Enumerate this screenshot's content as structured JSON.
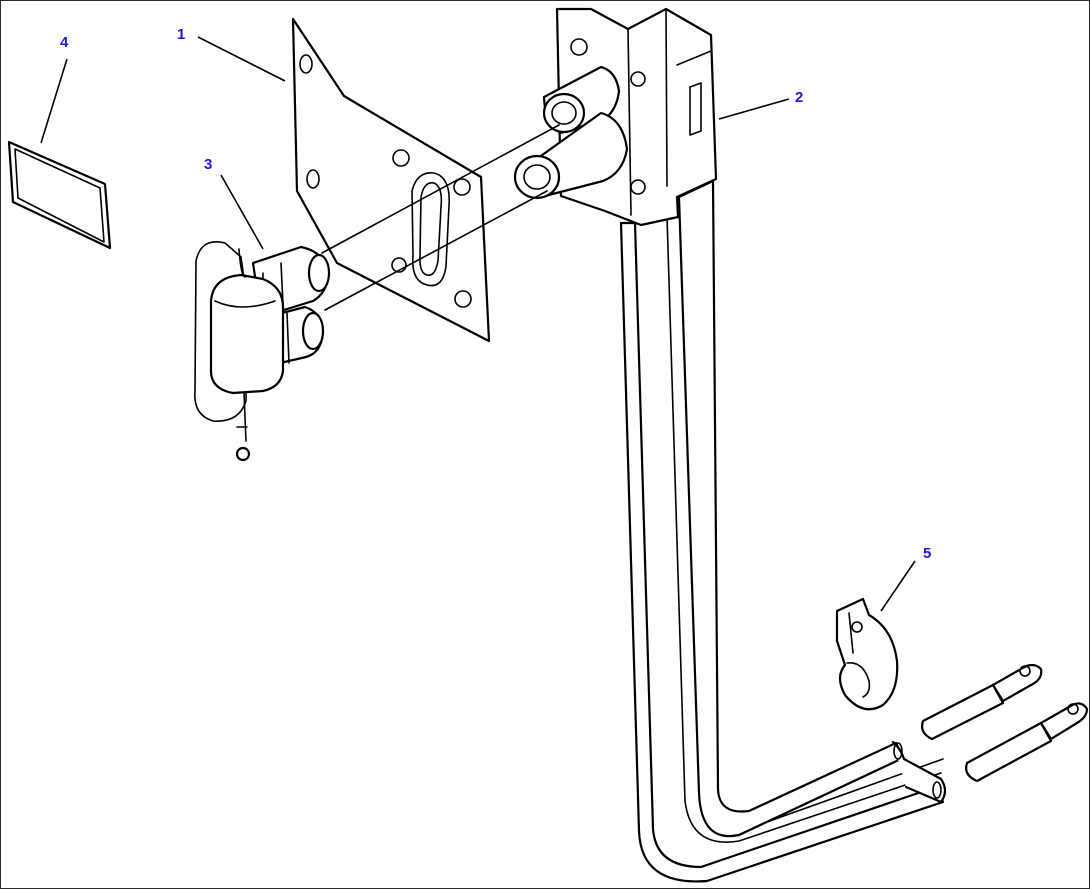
{
  "diagram": {
    "callouts": [
      {
        "id": "1",
        "label": "1"
      },
      {
        "id": "2",
        "label": "2"
      },
      {
        "id": "3",
        "label": "3"
      },
      {
        "id": "4",
        "label": "4"
      },
      {
        "id": "5",
        "label": "5"
      }
    ]
  },
  "colors": {
    "callout_text": "#1a1adc",
    "line": "#000000",
    "background": "#ffffff"
  }
}
